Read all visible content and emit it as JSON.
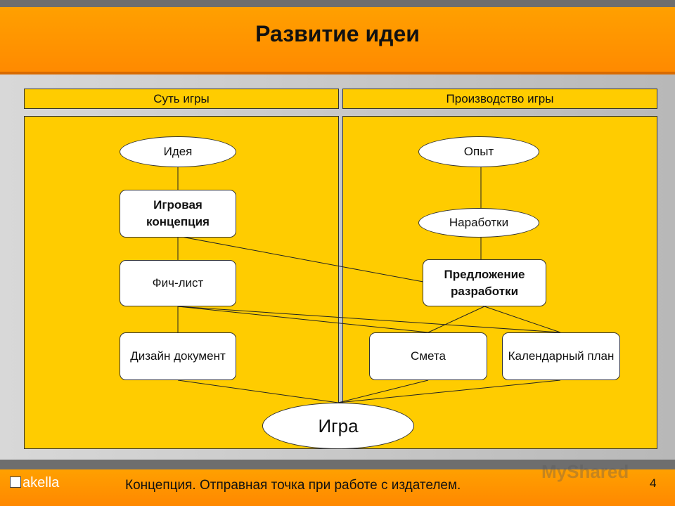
{
  "slide": {
    "title": "Развитие идеи",
    "footer_text": "Концепция. Отправная точка при работе с издателем.",
    "page_number": "4",
    "logo_text": "akella",
    "watermark": "MyShared"
  },
  "sections": {
    "left_header": "Суть игры",
    "right_header": "Производство игры"
  },
  "nodes": {
    "idea": "Идея",
    "game_concept": "Игровая концепция",
    "feature_list": "Фич-лист",
    "design_doc": "Дизайн документ",
    "experience": "Опыт",
    "groundwork": "Наработки",
    "dev_proposal": "Предложение разработки",
    "estimate": "Смета",
    "schedule": "Календарный план",
    "game": "Игра"
  },
  "colors": {
    "title_band": "#ff9900",
    "panel_fill": "#ffcc00",
    "node_fill": "#ffffff",
    "background": "#bdbdbd"
  }
}
